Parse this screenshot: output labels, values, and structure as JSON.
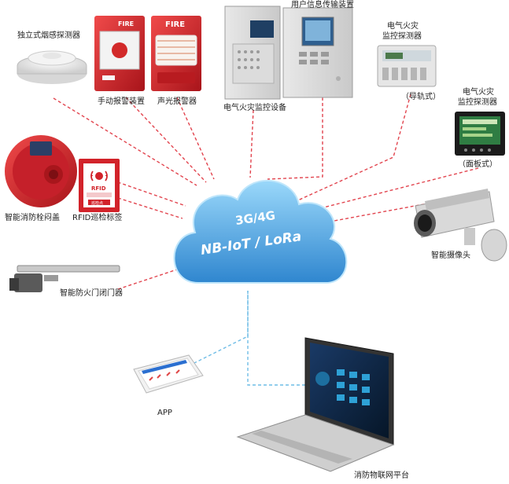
{
  "cloud": {
    "line1": "3G/4G",
    "line2": "NB-IoT / LoRa"
  },
  "devices": {
    "smoke_detector": "独立式烟感探测器",
    "manual_alarm": "手动报警装置",
    "sound_light_alarm": "声光报警器",
    "fire_label_1": "FIRE",
    "fire_label_2": "FIRE",
    "user_info_device": "用户信息传输装置",
    "electric_fire_monitor": "电气火灾监控设备",
    "detector_rail_title_1": "电气火灾",
    "detector_rail_title_2": "监控探测器",
    "detector_rail_note": "（导轨式）",
    "detector_panel_title_1": "电气火灾",
    "detector_panel_title_2": "监控探测器",
    "detector_panel_note": "（面板式）",
    "hydrant_cover": "智能消防栓闷盖",
    "rfid_tag": "RFID巡检标签",
    "rfid_card_text": "RFID",
    "rfid_card_bottom": "巡检点",
    "camera": "智能摄像头",
    "door_closer": "智能防火门闭门器",
    "app": "APP",
    "platform": "消防物联网平台"
  },
  "colors": {
    "cloud": "#3f9ad9",
    "cloud_light": "#8fd0f7",
    "red_line": "#e2454f",
    "blue_line": "#6fbde6",
    "red_device": "#d2232a"
  }
}
